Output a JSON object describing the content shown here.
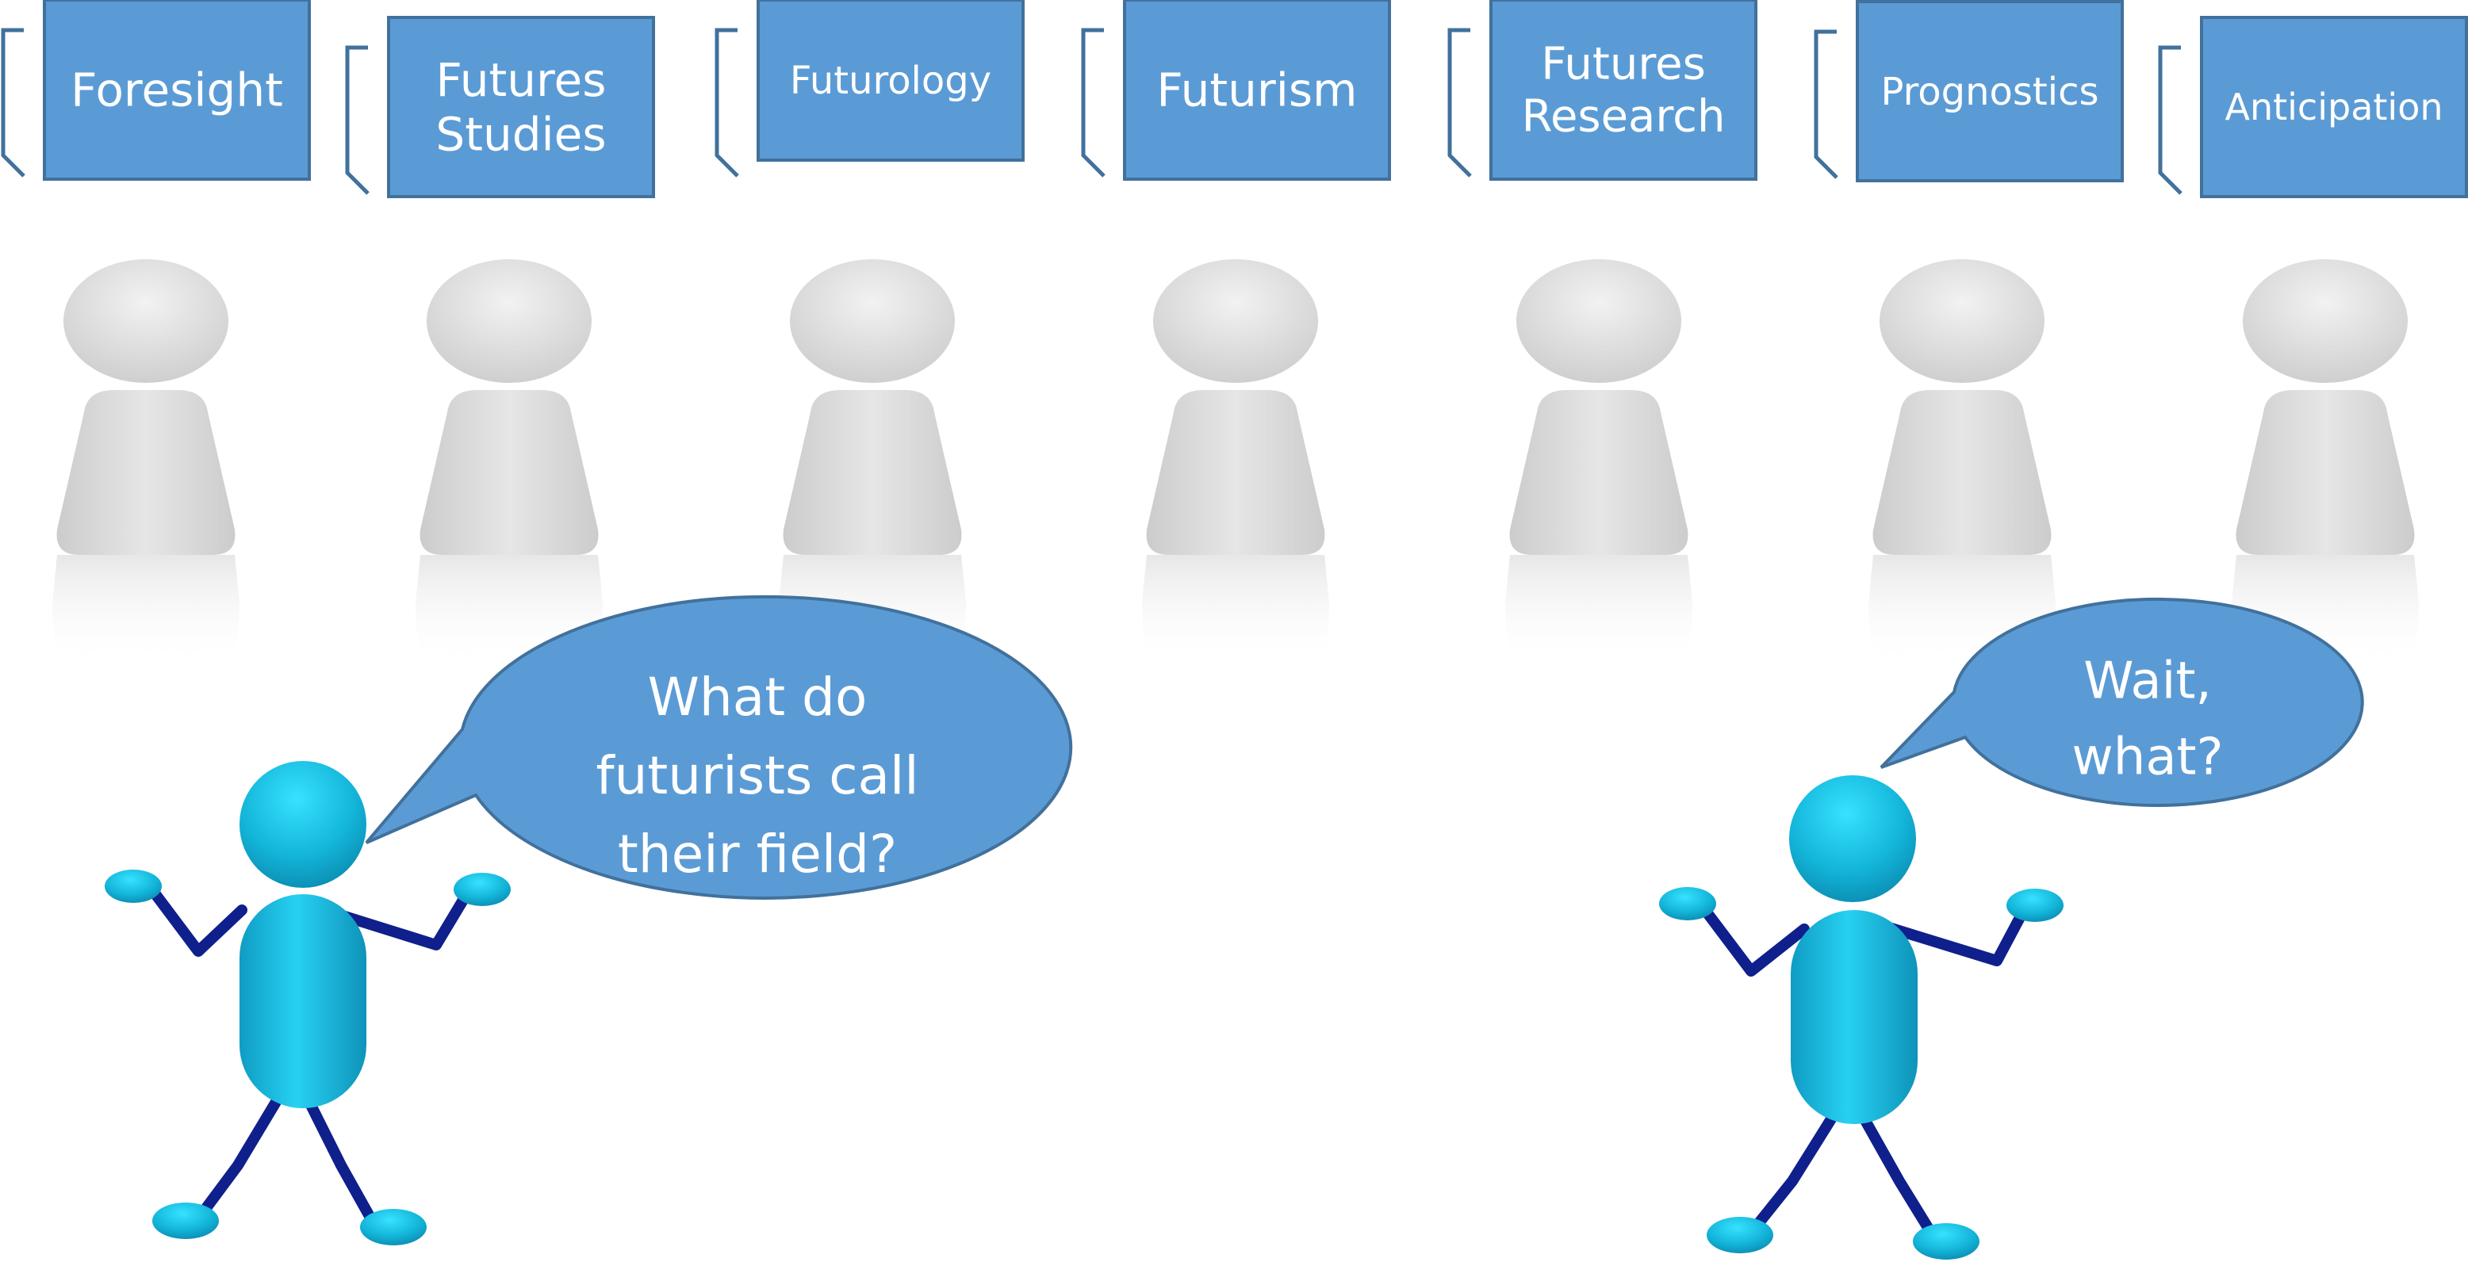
{
  "terms": [
    {
      "label": "Foresight",
      "lines": [
        "Foresight"
      ]
    },
    {
      "label": "Futures Studies",
      "lines": [
        "Futures",
        "Studies"
      ]
    },
    {
      "label": "Futurology",
      "lines": [
        "Futurology"
      ]
    },
    {
      "label": "Futurism",
      "lines": [
        "Futurism"
      ]
    },
    {
      "label": "Futures Research",
      "lines": [
        "Futures",
        "Research"
      ]
    },
    {
      "label": "Prognostics",
      "lines": [
        "Prognostics"
      ]
    },
    {
      "label": "Anticipation",
      "lines": [
        "Anticipation"
      ]
    }
  ],
  "speech_bubbles": {
    "left": {
      "text": "What do futurists call their field?",
      "lines": [
        "What do",
        "futurists call",
        "their field?"
      ]
    },
    "right": {
      "text": "Wait, what?",
      "lines": [
        "Wait,",
        "what?"
      ]
    }
  },
  "colors": {
    "box_fill": "#5B9BD5",
    "box_stroke": "#41719C",
    "bracket": "#41719C",
    "bubble_fill": "#5B9BD5",
    "bubble_stroke": "#41719C",
    "figure_body": "#12B4D8",
    "figure_limb": "#0F1F8C",
    "silhouette": "#D6D6D6"
  }
}
